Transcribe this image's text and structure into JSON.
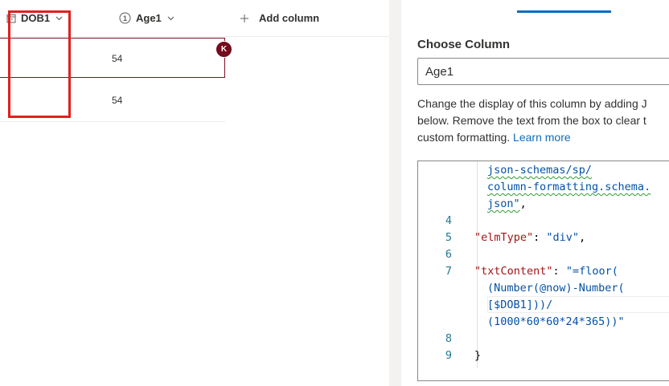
{
  "list": {
    "columns": {
      "dob": {
        "label": "DOB1",
        "icon": "calendar-icon"
      },
      "age": {
        "label": "Age1",
        "icon": "number-icon",
        "icon_glyph": "1"
      },
      "add": {
        "label": "Add column",
        "icon": "plus-icon"
      }
    },
    "rows": [
      {
        "dob": "",
        "age": "54"
      },
      {
        "dob": "",
        "age": "54"
      }
    ],
    "avatar_initial": "K",
    "colors": {
      "avatar": "#750b1c",
      "selected_row_border": "#7a1020",
      "highlight": "#e02020"
    }
  },
  "panel": {
    "choose_label": "Choose Column",
    "selected_column": "Age1",
    "description_lines": [
      "Change the display of this column by adding J",
      "below. Remove the text from the box to clear t",
      "custom formatting."
    ],
    "learn_more": "Learn more",
    "accent": "#0f6cbd"
  },
  "editor": {
    "lines": [
      {
        "num": "",
        "segments": [
          {
            "t": "json-schemas/sp/",
            "c": "s sq"
          }
        ]
      },
      {
        "num": "",
        "segments": [
          {
            "t": "column-formatting.schema.",
            "c": "s sq"
          }
        ]
      },
      {
        "num": "",
        "segments": [
          {
            "t": "json\"",
            "c": "s sq"
          },
          {
            "t": ",",
            "c": "p"
          }
        ]
      },
      {
        "num": "4",
        "segments": []
      },
      {
        "num": "5",
        "segments": [
          {
            "t": "\"elmType\"",
            "c": "k"
          },
          {
            "t": ": ",
            "c": "p"
          },
          {
            "t": "\"div\"",
            "c": "s"
          },
          {
            "t": ",",
            "c": "p"
          }
        ]
      },
      {
        "num": "6",
        "segments": []
      },
      {
        "num": "7",
        "segments": [
          {
            "t": "\"txtContent\"",
            "c": "k"
          },
          {
            "t": ": ",
            "c": "p"
          },
          {
            "t": "\"=floor(",
            "c": "s"
          }
        ]
      },
      {
        "num": "",
        "segments": [
          {
            "t": "(Number(@now)-Number(",
            "c": "s"
          }
        ]
      },
      {
        "num": "",
        "segments": [
          {
            "t": "[$DOB1]))/",
            "c": "s"
          }
        ]
      },
      {
        "num": "",
        "segments": [
          {
            "t": "(1000*60*60*24*365))\"",
            "c": "s"
          }
        ]
      },
      {
        "num": "8",
        "segments": []
      },
      {
        "num": "9",
        "segments": [
          {
            "t": "}",
            "c": "p"
          }
        ]
      }
    ]
  }
}
